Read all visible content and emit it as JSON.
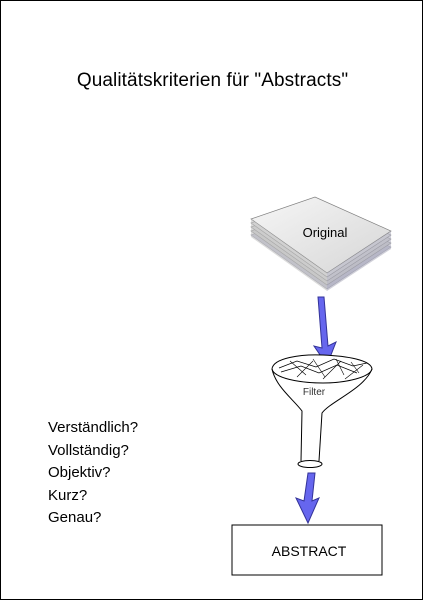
{
  "title": "Qualitätskriterien für \"Abstracts\"",
  "diagram": {
    "original_label": "Original",
    "filter_label": "Filter",
    "abstract_label": "ABSTRACT"
  },
  "criteria": [
    "Verständlich?",
    "Vollständig?",
    "Objektiv?",
    "Kurz?",
    "Genau?"
  ],
  "colors": {
    "arrow": "#6666ee",
    "arrow_stroke": "#333399",
    "line": "#000000",
    "background": "#ffffff",
    "paper": "#e4e4e4"
  }
}
